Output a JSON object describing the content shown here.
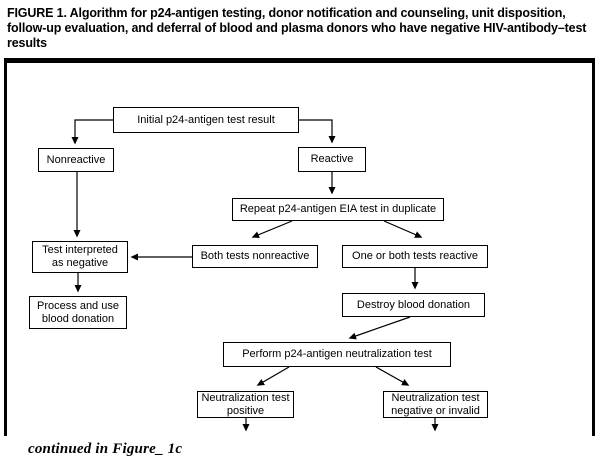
{
  "figure": {
    "title": "FIGURE 1. Algorithm for p24-antigen testing, donor notification and counseling, unit disposition, follow-up evaluation, and deferral of blood and plasma donors who have negative HIV-antibody–test results",
    "continuation_note": "continued in Figure_ 1c"
  },
  "flowchart": {
    "boxes": [
      {
        "id": "initial-test-result",
        "lines": [
          "Initial p24-antigen test result"
        ]
      },
      {
        "id": "nonreactive",
        "lines": [
          "Nonreactive"
        ]
      },
      {
        "id": "reactive",
        "lines": [
          "Reactive"
        ]
      },
      {
        "id": "repeat-eia-duplicate",
        "lines": [
          "Repeat p24-antigen EIA test in duplicate"
        ]
      },
      {
        "id": "test-interpreted-negative",
        "lines": [
          "Test interpreted",
          "as negative"
        ]
      },
      {
        "id": "both-tests-nonreactive",
        "lines": [
          "Both tests nonreactive"
        ]
      },
      {
        "id": "one-or-both-reactive",
        "lines": [
          "One or both tests reactive"
        ]
      },
      {
        "id": "process-use-donation",
        "lines": [
          "Process and use",
          "blood donation"
        ]
      },
      {
        "id": "destroy-donation",
        "lines": [
          "Destroy blood donation"
        ]
      },
      {
        "id": "perform-neutralization",
        "lines": [
          "Perform p24-antigen neutralization test"
        ]
      },
      {
        "id": "neutralization-positive",
        "lines": [
          "Neutralization test",
          "positive"
        ]
      },
      {
        "id": "neutralization-negative",
        "lines": [
          "Neutralization test",
          "negative or invalid"
        ]
      }
    ]
  },
  "colors": {
    "background": "#ffffff",
    "line": "#000000",
    "text": "#000000"
  }
}
